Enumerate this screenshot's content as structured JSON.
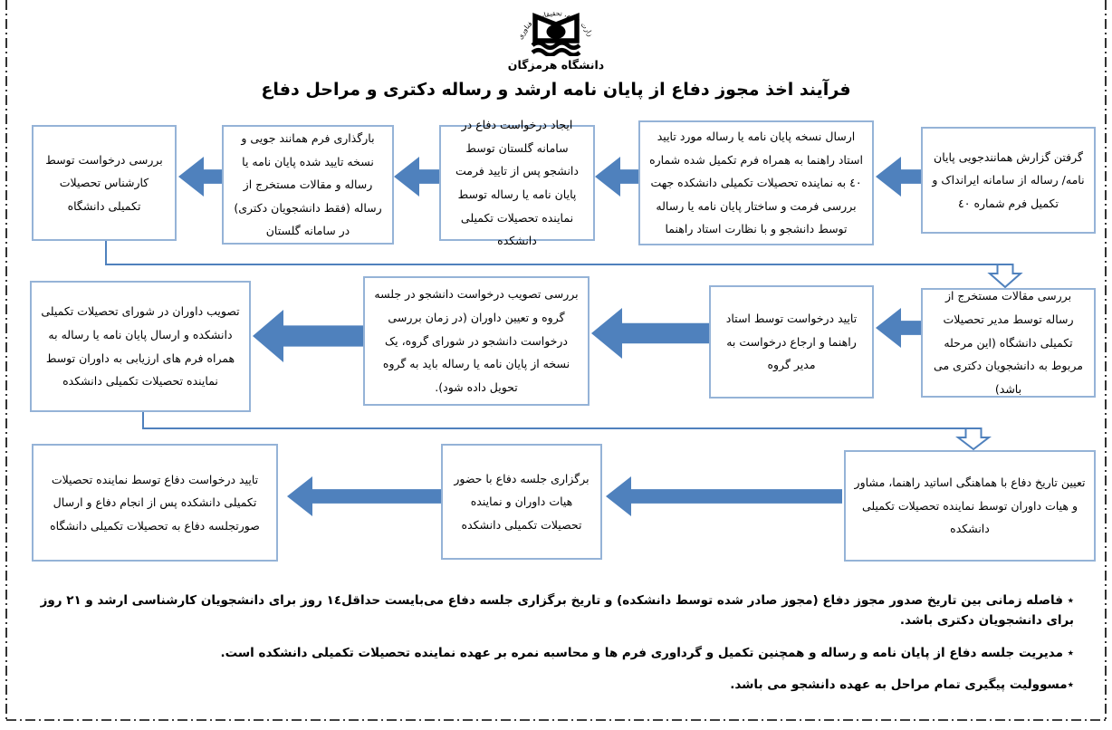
{
  "header": {
    "ministry_arc_text": "وزارت علوم، تحقیقات و فناوری",
    "university_name": "دانشگاه هرمزگان",
    "title": "فرآیند اخذ مجوز دفاع از پایان نامه ارشد و رساله دکتری و مراحل دفاع"
  },
  "flowchart": {
    "row1": [
      "گرفتن گزارش همانندجویی  پایان نامه/ رساله از سامانه ایرانداک و تکمیل فرم شماره ٤٠",
      "ارسال نسخه پایان نامه یا رساله مورد تایید استاد راهنما به همراه فرم تکمیل شده شماره ٤٠ به نماینده تحصیلات تکمیلی دانشکده جهت بررسی فرمت و ساختار پایان نامه یا رساله توسط دانشجو و با نظارت استاد راهنما",
      "ایجاد درخواست دفاع در سامانه گلستان توسط دانشجو پس از تایید فرمت پایان نامه یا رساله توسط نماینده تحصیلات تکمیلی دانشکده",
      "بارگذاری فرم همانند جویی و نسخه تایید شده پایان نامه یا رساله و مقالات مستخرج از رساله (فقط دانشجویان دکتری) در سامانه گلستان",
      "بررسی درخواست توسط کارشناس تحصیلات تکمیلی دانشگاه"
    ],
    "row2": [
      "بررسی مقالات مستخرج از رساله توسط مدیر تحصیلات تکمیلی دانشگاه (این مرحله مربوط به دانشجویان دکتری می باشد)",
      "تایید درخواست توسط استاد راهنما و ارجاع درخواست به مدیر گروه",
      "بررسی تصویب درخواست دانشجو در جلسه گروه و تعیین داوران (در زمان بررسی درخواست دانشجو در شورای گروه، یک نسخه از پایان نامه یا رساله باید به گروه تحویل داده شود).",
      "تصویب داوران در شورای تحصیلات تکمیلی دانشکده و ارسال پایان نامه یا رساله به همراه فرم های ارزیابی به داوران توسط نماینده تحصیلات تکمیلی دانشکده"
    ],
    "row3": [
      "تعیین تاریخ دفاع با هماهنگی اساتید راهنما، مشاور و هیات داوران توسط نماینده تحصیلات تکمیلی دانشکده",
      "برگزاری جلسه دفاع با حضور هیات داوران و نماینده تحصیلات تکمیلی دانشکده",
      "تایید درخواست دفاع توسط نماینده تحصیلات تکمیلی دانشکده پس از انجام دفاع و ارسال صورتجلسه دفاع به تحصیلات تکمیلی دانشگاه"
    ]
  },
  "notes": [
    "٭ فاصله زمانی بین تاریخ صدور مجوز دفاع (مجوز صادر شده توسط دانشکده) و تاریخ برگزاری جلسه دفاع می‌بایست حداقل١٤ روز برای دانشجویان کارشناسی ارشد و ٢١ روز برای دانشجویان دکتری باشد.",
    "٭ مدیریت جلسه دفاع از پایان نامه و رساله و همچنین تکمیل و گرداوری فرم ها و محاسبه نمره بر عهده نماینده تحصیلات تکمیلی دانشکده است.",
    "٭مسوولیت پیگیری تمام مراحل به عهده دانشجو می باشد."
  ],
  "colors": {
    "arrow_fill": "#4f81bd",
    "box_border": "#95b3d7",
    "connector": "#4f81bd",
    "page_border": "#000000"
  }
}
